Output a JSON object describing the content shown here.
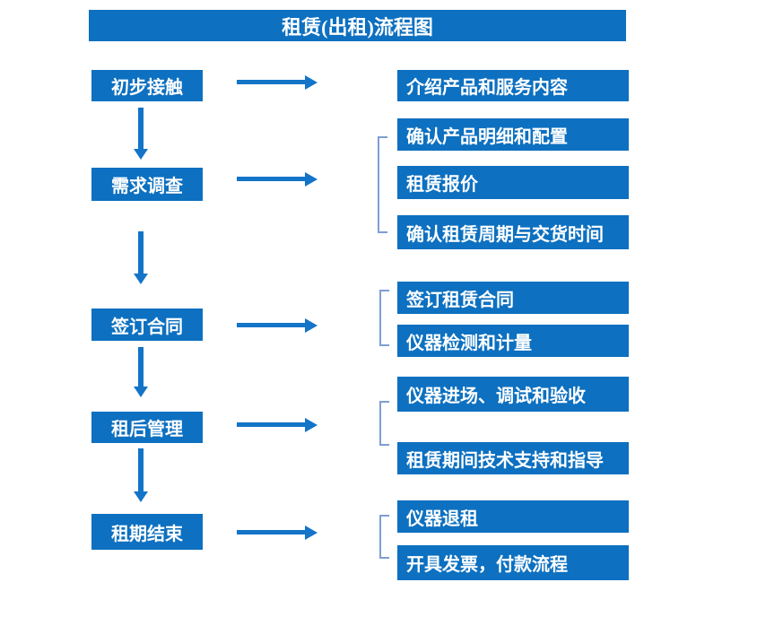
{
  "title": "租赁(出租)流程图",
  "colors": {
    "box_blue": "#0d70c0",
    "arrow_blue": "#1374c8",
    "bracket_blue": "#7d9ed3",
    "box_text": "#ffffff",
    "page_bg": "#ffffff"
  },
  "stages": [
    {
      "label": "初步接触",
      "outputs": [
        "介绍产品和服务内容"
      ]
    },
    {
      "label": "需求调查",
      "outputs": [
        "确认产品明细和配置",
        "租赁报价",
        "确认租赁周期与交货时间"
      ]
    },
    {
      "label": "签订合同",
      "outputs": [
        "签订租赁合同",
        "仪器检测和计量"
      ]
    },
    {
      "label": "租后管理",
      "outputs": [
        "仪器进场、调试和验收",
        "租赁期间技术支持和指导"
      ]
    },
    {
      "label": "租期结束",
      "outputs": [
        "仪器退租",
        "开具发票，付款流程"
      ]
    }
  ]
}
